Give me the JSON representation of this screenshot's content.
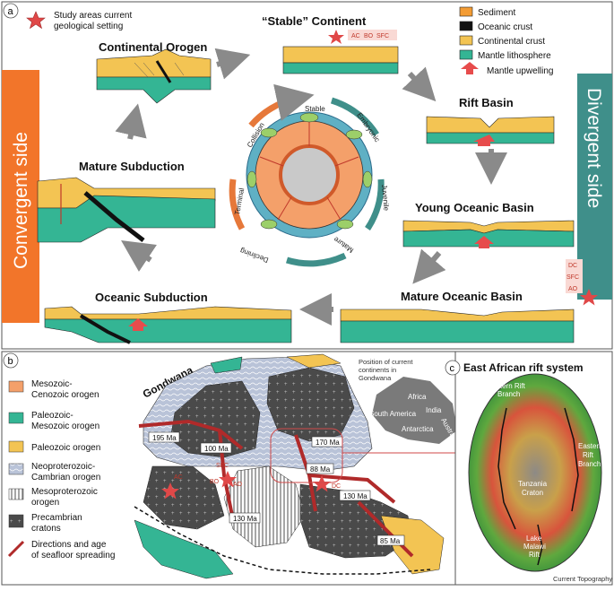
{
  "panel_a": {
    "letter": "a",
    "legend": {
      "study_star": "Study areas current geological setting",
      "study_star_line1": "Study areas current",
      "study_star_line2": "geological setting",
      "items": [
        {
          "label": "Sediment",
          "color": "#f39c34"
        },
        {
          "label": "Oceanic crust",
          "color": "#111111"
        },
        {
          "label": "Continental crust",
          "color": "#f3c453"
        },
        {
          "label": "Mantle lithosphere",
          "color": "#34b594"
        },
        {
          "label": "Mantle upwelling",
          "color": "#e74c4c"
        }
      ]
    },
    "sides": {
      "convergent": "Convergent side",
      "divergent": "Divergent side"
    },
    "stages": {
      "stable": "“Stable” Continent",
      "orogen": "Continental Orogen",
      "rift": "Rift Basin",
      "mature_subduction": "Mature Subduction",
      "young_ocean": "Young Oceanic Basin",
      "oceanic_subduction": "Oceanic Subduction",
      "mature_ocean": "Mature Oceanic Basin"
    },
    "stable_tags": [
      "AC",
      "BO",
      "SFC"
    ],
    "mature_ocean_tags": [
      "DC",
      "SFC",
      "AO"
    ],
    "cycle_labels": [
      "Stable",
      "Embryonic",
      "Juvenile",
      "Mature",
      "Declining",
      "Terminal",
      "Collision"
    ]
  },
  "panel_b": {
    "letter": "b",
    "title": "Gondwana",
    "legend": [
      {
        "label1": "Mesozoic-",
        "label2": "Cenozoic orogen",
        "color": "#f4a06a",
        "pattern": "solid"
      },
      {
        "label1": "Paleozoic-",
        "label2": "Mesozoic orogen",
        "color": "#34b594",
        "pattern": "solid"
      },
      {
        "label1": "Paleozoic orogen",
        "label2": "",
        "color": "#f3c453",
        "pattern": "solid"
      },
      {
        "label1": "Neoproterozoic-",
        "label2": "Cambrian orogen",
        "color": "#b9c3d8",
        "pattern": "dash"
      },
      {
        "label1": "Mesoproterozoic",
        "label2": "orogen",
        "color": "#ffffff",
        "pattern": "vline"
      },
      {
        "label1": "Precambrian",
        "label2": "cratons",
        "color": "#4a4a4a",
        "pattern": "cross"
      },
      {
        "label1": "Directions and age",
        "label2": "of seafloor spreading",
        "color": "#b02a2a",
        "pattern": "line"
      }
    ],
    "inset": {
      "caption1": "Position of current",
      "caption2": "continents in",
      "caption3": "Gondwana",
      "continents": [
        "Africa",
        "South America",
        "India",
        "Antarctica",
        "Australia"
      ]
    },
    "ages": [
      "195 Ma",
      "100 Ma",
      "170 Ma",
      "88 Ma",
      "130 Ma",
      "130 Ma",
      "85 Ma"
    ],
    "study_sites": [
      "AC",
      "SFC",
      "BO",
      "AO",
      "DC"
    ]
  },
  "panel_c": {
    "letter": "c",
    "title": "East African rift system",
    "labels": {
      "western": "Western Rift Branch",
      "eastern": "Eastern Rift Branch",
      "craton": "Tanzania Craton",
      "malawi": "Lake Malawi Rift"
    },
    "caption": "Current Topography"
  }
}
